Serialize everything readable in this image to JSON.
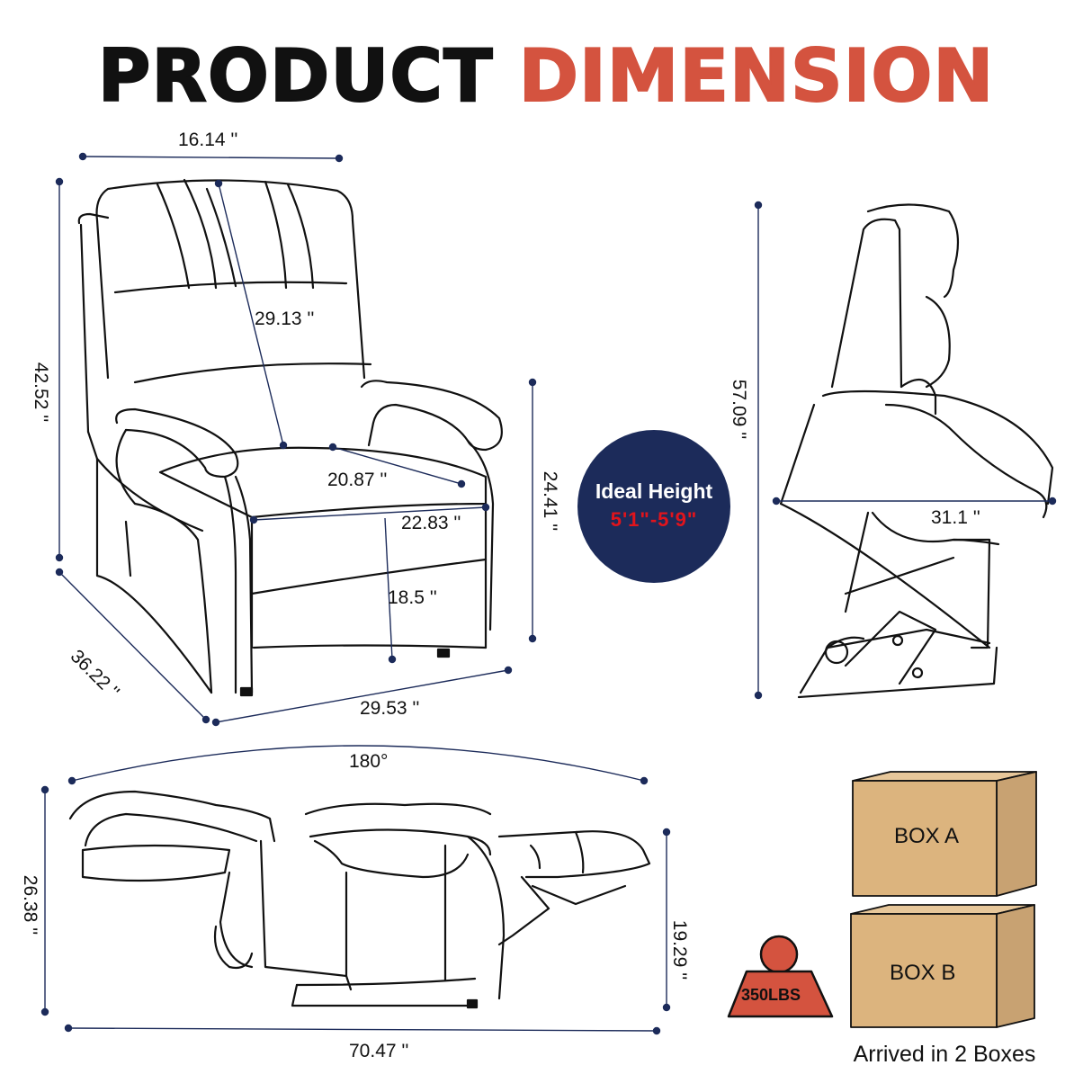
{
  "title": {
    "part1": "PRODUCT",
    "part2": "DIMENSION"
  },
  "front_view": {
    "top_width": "16.14 ''",
    "height": "42.52 ''",
    "back_diag": "29.13 ''",
    "seat_depth": "20.87 ''",
    "seat_width": "22.83 ''",
    "seat_height": "24.41 ''",
    "seat_to_floor": "18.5 ''",
    "depth": "36.22 ''",
    "width": "29.53 ''"
  },
  "side_view": {
    "height": "57.09 ''",
    "depth": "31.1 ''"
  },
  "recline_view": {
    "angle": "180°",
    "height_back": "26.38 ''",
    "height_front": "19.29 ''",
    "length": "70.47 ''"
  },
  "ideal_height": {
    "label": "Ideal Height",
    "range": "5'1\"-5'9\""
  },
  "weight": {
    "label": "350LBS",
    "color": "#d4533f"
  },
  "boxes": {
    "a": "BOX A",
    "b": "BOX B",
    "caption": "Arrived in 2 Boxes",
    "color": "#dcb47e"
  },
  "colors": {
    "accent": "#d4533f",
    "line": "#1c2b5a"
  }
}
